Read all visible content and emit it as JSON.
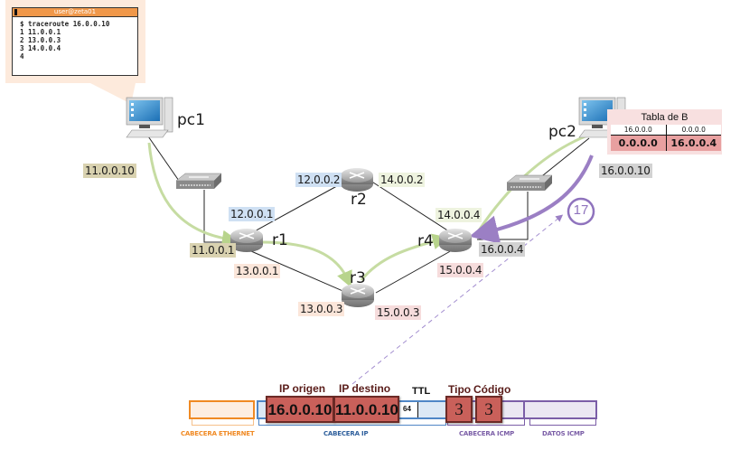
{
  "terminal": {
    "title": "user@zeta01",
    "lines": [
      "$ traceroute 16.0.0.10",
      "1 11.0.0.1",
      "2 13.0.0.3",
      "3 14.0.0.4",
      "4"
    ]
  },
  "nodes": {
    "pc1": "pc1",
    "pc2": "pc2",
    "r1": "r1",
    "r2": "r2",
    "r3": "r3",
    "r4": "r4"
  },
  "addresses": {
    "pc1": "11.0.0.10",
    "r1_left": "11.0.0.1",
    "r1_top": "12.0.0.1",
    "r1_bottom": "13.0.0.1",
    "r2_left": "12.0.0.2",
    "r2_right": "14.0.0.2",
    "r3_left": "13.0.0.3",
    "r3_right": "15.0.0.3",
    "r4_top": "14.0.0.4",
    "r4_bottom": "15.0.0.4",
    "r4_right": "16.0.0.4",
    "pc2": "16.0.0.10"
  },
  "routing_table": {
    "title": "Tabla de B",
    "header": [
      "16.0.0.0",
      "0.0.0.0"
    ],
    "highlighted_row": [
      "0.0.0.0",
      "16.0.0.4"
    ]
  },
  "step_badge": "17",
  "packet": {
    "ip_origen_title": "IP origen",
    "ip_destino_title": "IP destino",
    "ttl_title": "TTL",
    "tipo_title": "Tipo",
    "codigo_title": "Código",
    "ip_origen": "16.0.0.10",
    "ip_destino": "11.0.0.10",
    "ttl": "64",
    "tipo": "3",
    "codigo": "3",
    "labels": {
      "ethernet": "CABECERA ETHERNET",
      "ip": "CABECERA IP",
      "icmp": "CABECERA ICMP",
      "datos": "DATOS ICMP"
    }
  },
  "colors": {
    "ethernet": "#f08a24",
    "ip": "#4f86c6",
    "icmp": "#7b5ea7",
    "highlight_field": "#c9605a",
    "path_green": "#c6dca2",
    "path_purple": "#9b7fc4"
  }
}
